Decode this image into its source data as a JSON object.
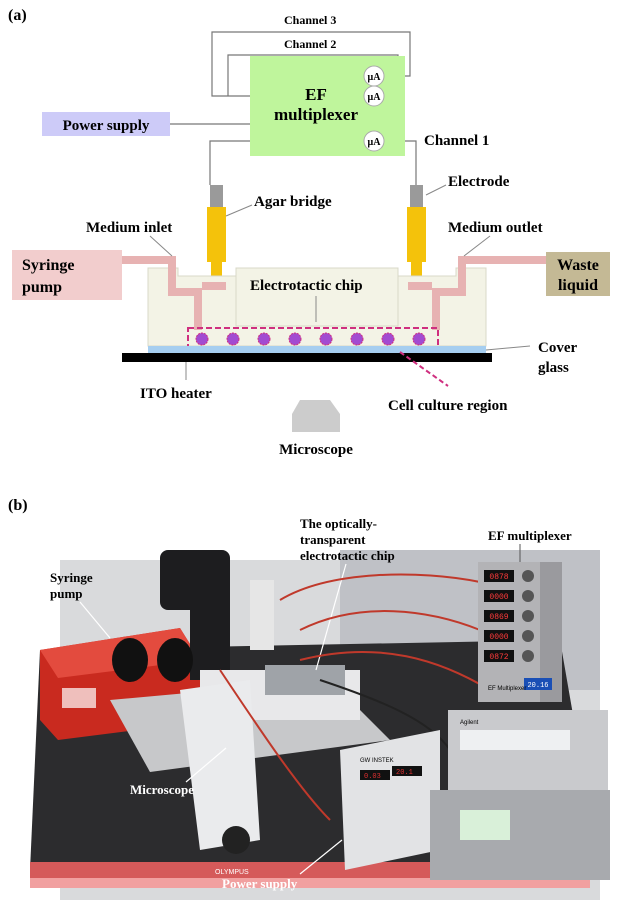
{
  "panel_a": {
    "tag": "(a)",
    "channel3": "Channel 3",
    "channel2": "Channel 2",
    "channel1": "Channel 1",
    "uA": "μA",
    "ef_line1": "EF",
    "ef_line2": "multiplexer",
    "power_supply": "Power supply",
    "electrode": "Electrode",
    "agar_bridge": "Agar bridge",
    "medium_inlet": "Medium inlet",
    "medium_outlet": "Medium outlet",
    "syringe_line1": "Syringe",
    "syringe_line2": "pump",
    "waste_line1": "Waste",
    "waste_line2": "liquid",
    "electrotactic_chip": "Electrotactic chip",
    "cover_line1": "Cover",
    "cover_line2": "glass",
    "ito_heater": "ITO heater",
    "cell_culture": "Cell culture region",
    "microscope": "Microscope"
  },
  "panel_b": {
    "tag": "(b)",
    "chip_line1": "The optically-",
    "chip_line2": "transparent",
    "chip_line3": "electrotactic chip",
    "ef_multiplexer": "EF multiplexer",
    "syringe_line1": "Syringe",
    "syringe_line2": "pump",
    "microscope": "Microscope",
    "power_supply": "Power supply",
    "display_values": [
      "0878",
      "0000",
      "0869",
      "0000",
      "0872"
    ],
    "mux_label": "EF Multiplexer",
    "mux_display": "20.16",
    "psu_brand": "GW INSTEK",
    "psu_display_left": "0.03",
    "psu_display_right": "20.1",
    "scope_brand": "OLYMPUS",
    "meter_brand": "Agilent"
  },
  "colors": {
    "ef_box": "#bff59c",
    "power_box": "#cdcbf8",
    "syringe_box": "#f2cdcd",
    "waste_box": "#c4b995",
    "tube": "#e7b2b2",
    "electrode_yellow": "#f4c20b",
    "electrode_grey": "#9a9a9a",
    "chip_body": "#f3f3e6",
    "cover_glass": "#a6cef0",
    "cell_region": "#cf2f7f"
  }
}
